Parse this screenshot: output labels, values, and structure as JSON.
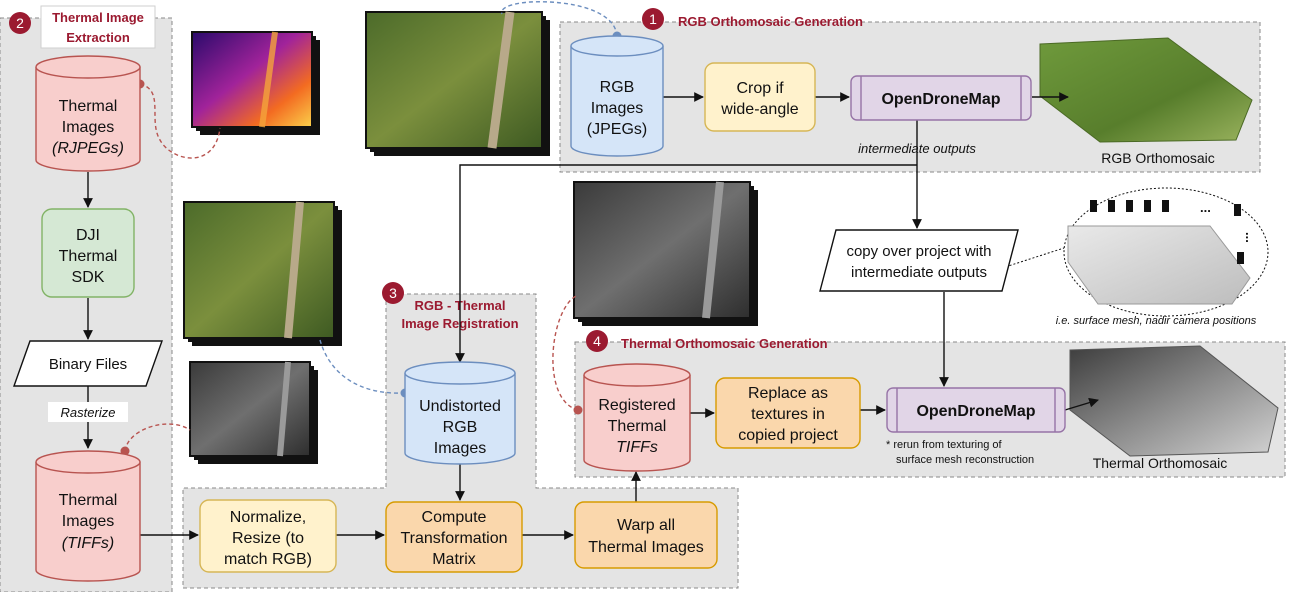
{
  "sections": {
    "s1": {
      "number": "1",
      "title": "RGB Orthomosaic Generation"
    },
    "s2": {
      "number": "2",
      "title_line1": "Thermal Image",
      "title_line2": "Extraction"
    },
    "s3": {
      "number": "3",
      "title_line1": "RGB - Thermal",
      "title_line2": "Image Registration"
    },
    "s4": {
      "number": "4",
      "title": "Thermal Orthomosaic Generation"
    }
  },
  "nodes": {
    "rgb_images": [
      "RGB",
      "Images",
      "(JPEGs)"
    ],
    "crop": [
      "Crop if",
      "wide-angle"
    ],
    "odm1": "OpenDroneMap",
    "rgb_ortho_label": "RGB Orthomosaic",
    "intermediate_outputs": "intermediate outputs",
    "thermal_rjpeg": [
      "Thermal",
      "Images",
      "(RJPEGs)"
    ],
    "dji_sdk": [
      "DJI",
      "Thermal",
      "SDK"
    ],
    "binary_files": "Binary Files",
    "rasterize": "Rasterize",
    "thermal_tiffs": [
      "Thermal",
      "Images",
      "(TIFFs)"
    ],
    "normalize": [
      "Normalize,",
      "Resize (to",
      "match RGB)"
    ],
    "undistorted_rgb": [
      "Undistorted",
      "RGB",
      "Images"
    ],
    "compute_matrix": [
      "Compute",
      "Transformation",
      "Matrix"
    ],
    "warp": [
      "Warp all",
      "Thermal Images"
    ],
    "copy_project": [
      "copy over project with",
      "intermediate outputs"
    ],
    "mesh_note": "i.e. surface mesh, nadir camera positions",
    "registered_thermal": [
      "Registered",
      "Thermal",
      "TIFFs"
    ],
    "replace_textures": [
      "Replace as",
      "textures in",
      "copied project"
    ],
    "odm2": "OpenDroneMap",
    "rerun_note": [
      "* rerun from texturing of",
      "surface mesh reconstruction"
    ],
    "thermal_ortho_label": "Thermal Orthomosaic",
    "ellipsis": "..."
  },
  "colors": {
    "section_bg": "#e4e4e4",
    "badge": "#9b1a30",
    "blue_fill": "#d5e5f8",
    "blue_stroke": "#6c8ebf",
    "red_fill": "#f8cecc",
    "red_stroke": "#b85450",
    "orange_fill": "#fad7ac",
    "orange_stroke": "#d79b00",
    "cream_fill": "#fff2cc",
    "cream_stroke": "#d6b656",
    "green_fill": "#d5e8d4",
    "green_stroke": "#82b366",
    "purple_fill": "#e1d5e7",
    "purple_stroke": "#9673a6"
  }
}
